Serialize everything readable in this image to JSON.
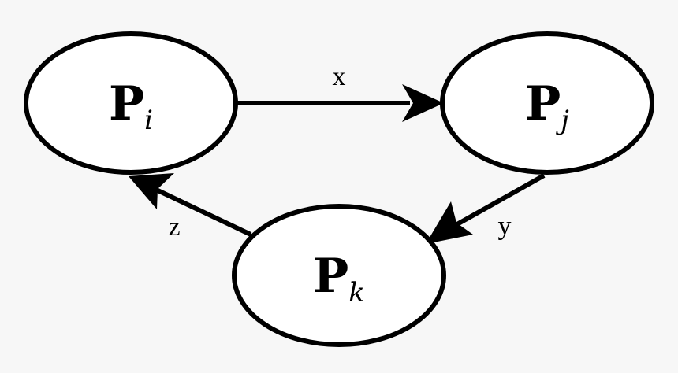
{
  "nodes": {
    "pi": {
      "main": "P",
      "sub": "i"
    },
    "pj": {
      "main": "P",
      "sub": "j"
    },
    "pk": {
      "main": "P",
      "sub": "k"
    }
  },
  "edges": {
    "x": "x",
    "y": "y",
    "z": "z"
  },
  "colors": {
    "background": "#f7f7f7",
    "stroke": "#000000",
    "node_fill": "#ffffff"
  }
}
